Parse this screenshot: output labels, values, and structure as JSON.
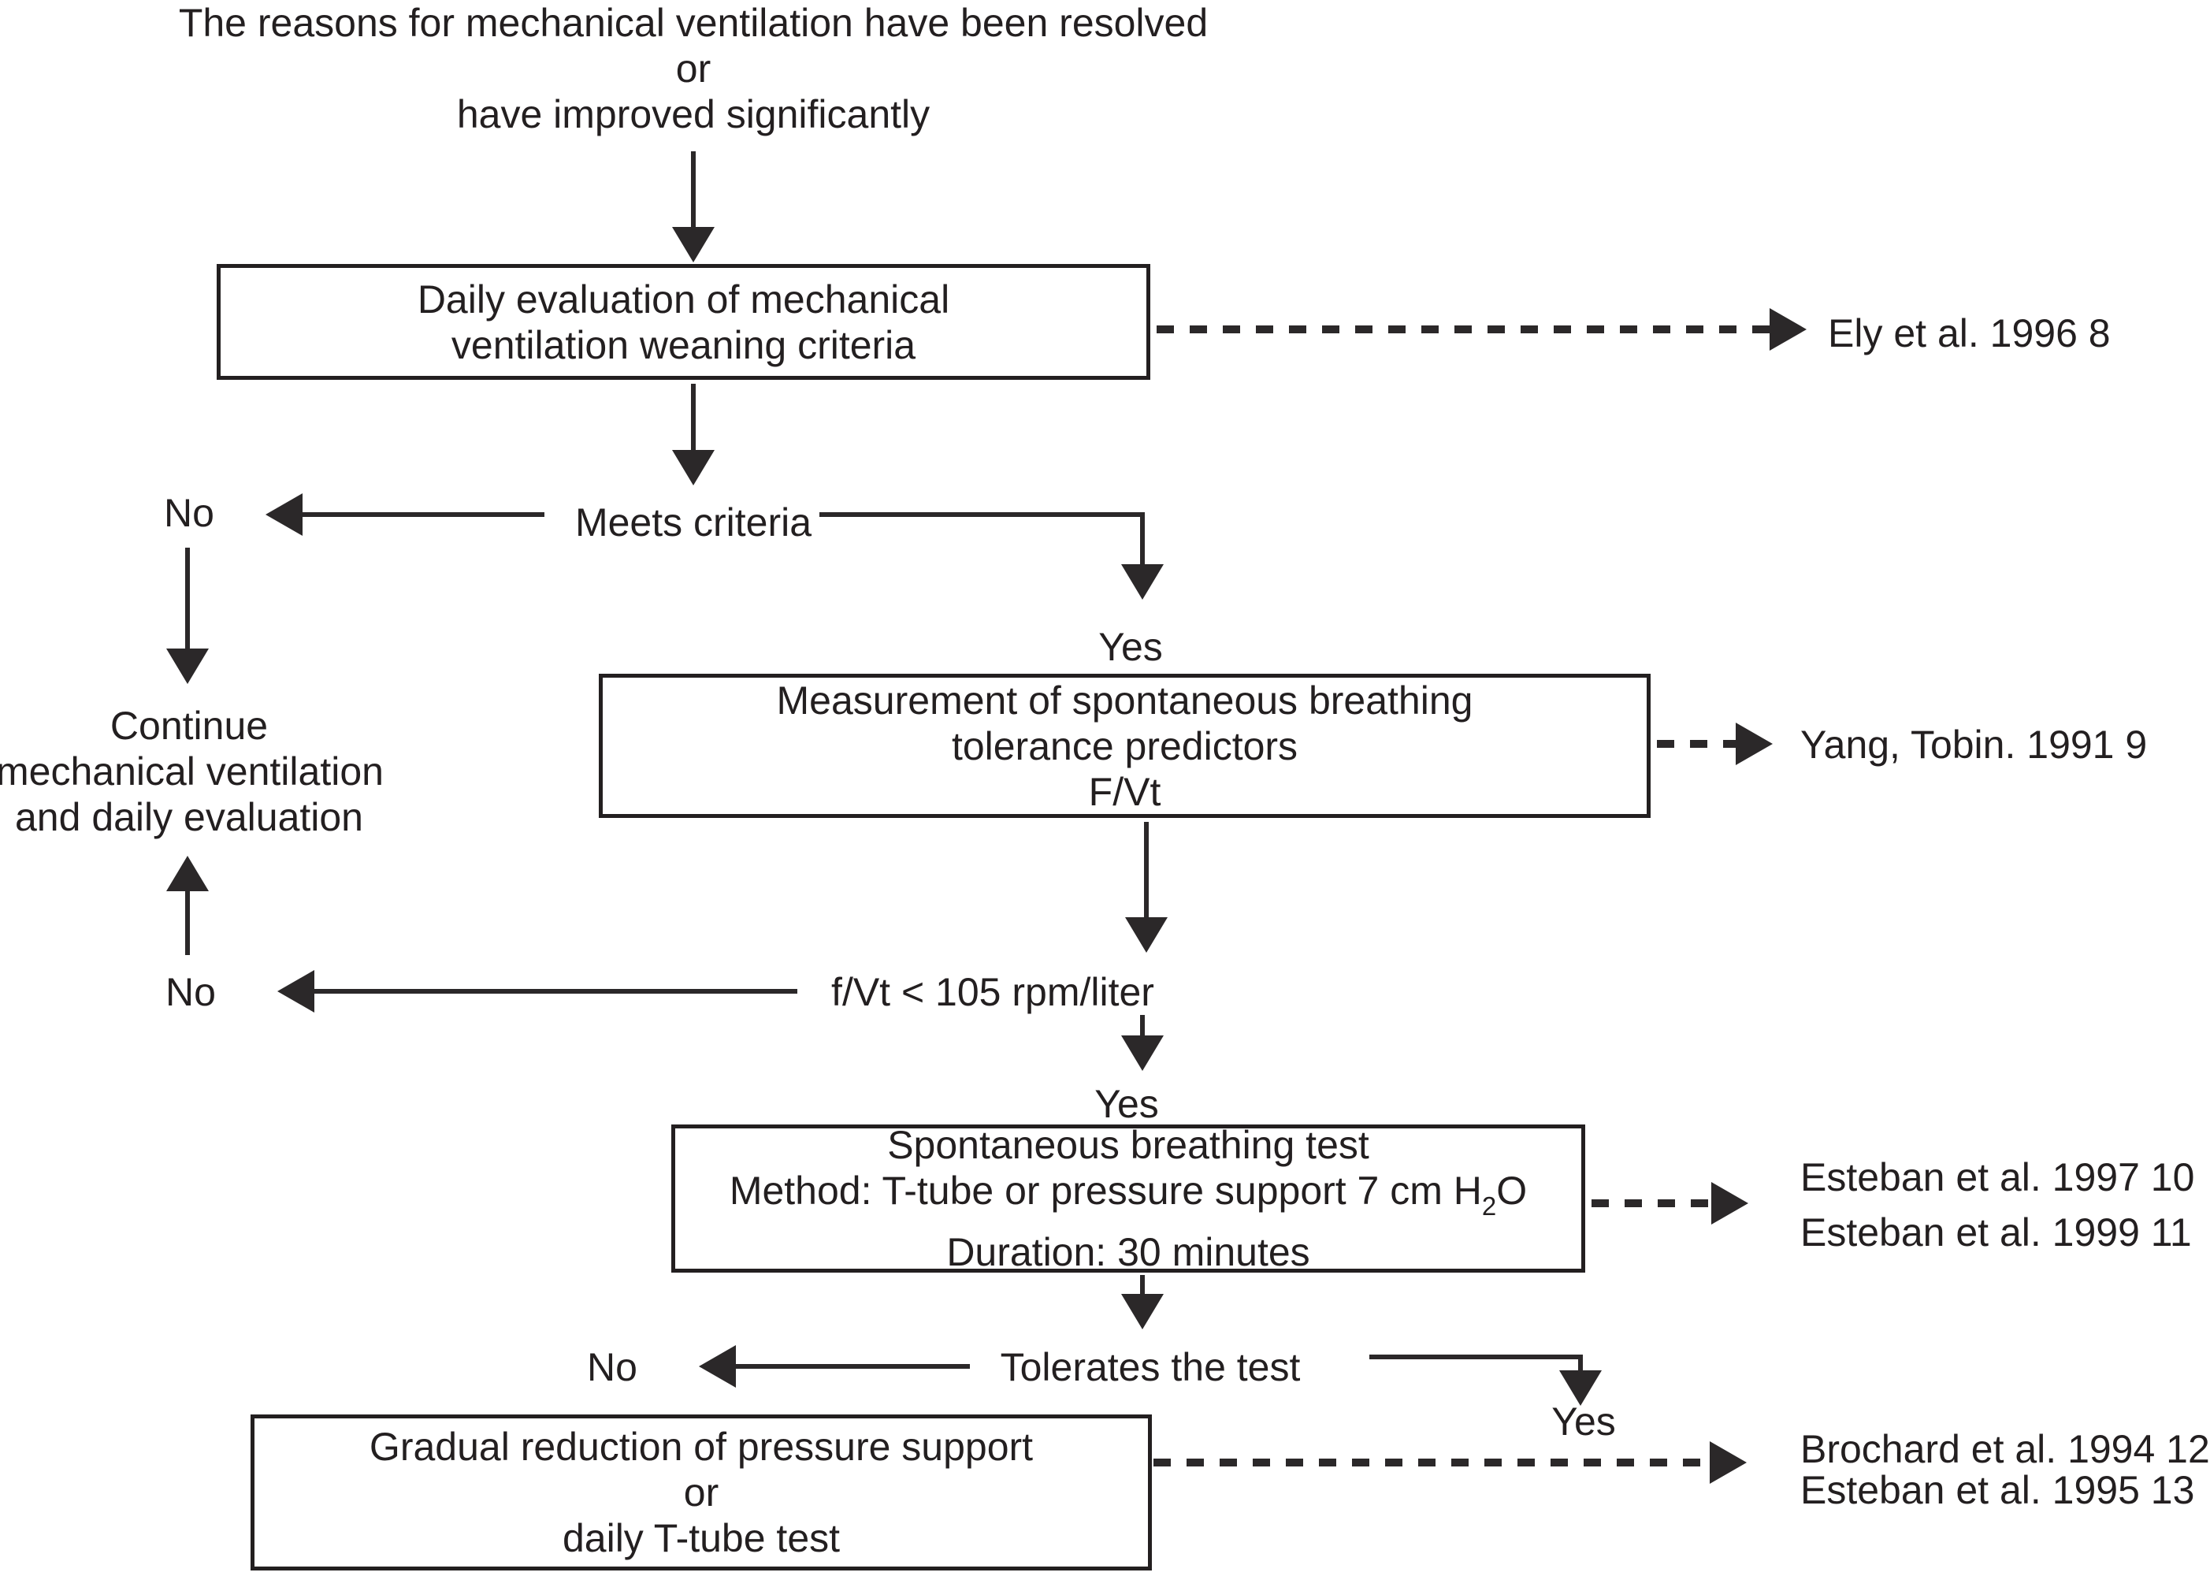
{
  "palette": {
    "ink": "#231f20",
    "background": "#ffffff"
  },
  "intro": {
    "line1": "The reasons for mechanical ventilation have been resolved",
    "line2": "or",
    "line3": "have improved significantly"
  },
  "boxes": {
    "daily_evaluation": {
      "lines": [
        "Daily evaluation of mechanical",
        "ventilation weaning criteria"
      ]
    },
    "measurement": {
      "lines": [
        "Measurement of spontaneous breathing",
        "tolerance predictors",
        "F/Vt"
      ]
    },
    "breathing_test": {
      "line1": "Spontaneous breathing test",
      "line2_prefix": "Method: T-tube or pressure support 7 cm H",
      "line2_sub": "2",
      "line2_suffix": "O",
      "line3": "Duration: 30 minutes"
    },
    "gradual_reduction": {
      "lines": [
        "Gradual reduction of pressure support",
        "or",
        "daily T-tube test"
      ]
    }
  },
  "decisions": {
    "meets_criteria": "Meets criteria",
    "fvt_threshold": "f/Vt < 105 rpm/liter",
    "tolerates_test": "Tolerates the test"
  },
  "edge_labels": {
    "no": "No",
    "yes": "Yes"
  },
  "side_node": {
    "lines": [
      "Continue",
      "mechanical ventilation",
      "and daily evaluation"
    ]
  },
  "references": {
    "ely": "Ely et al. 1996 8",
    "yang": "Yang, Tobin. 1991 9",
    "esteban_1997": "Esteban et al. 1997 10",
    "esteban_1999": "Esteban et al. 1999 11",
    "brochard_1994": "Brochard et al. 1994 12",
    "esteban_1995": "Esteban et al. 1995 13"
  }
}
